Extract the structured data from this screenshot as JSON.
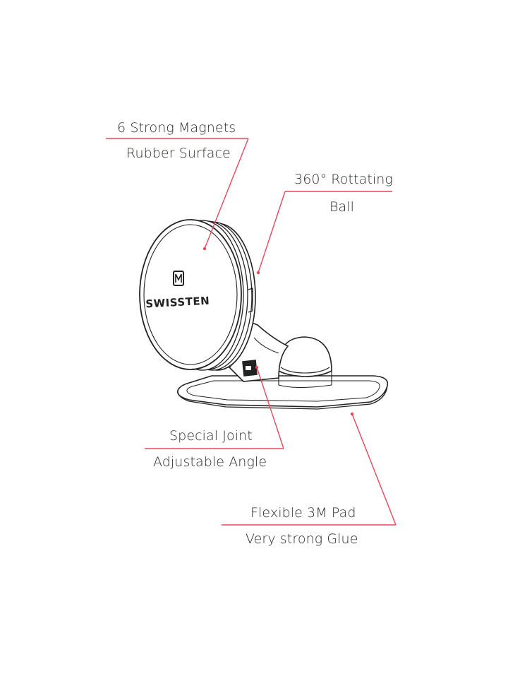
{
  "callouts": {
    "magnets": {
      "line1": "6 Strong Magnets",
      "line2": "Rubber Surface"
    },
    "ball": {
      "line1": "360° Rottating",
      "line2": "Ball"
    },
    "joint": {
      "line1": "Special Joint",
      "line2": "Adjustable Angle"
    },
    "pad": {
      "line1": "Flexible 3M Pad",
      "line2": "Very strong Glue"
    }
  },
  "product": {
    "brand_logo_text": "SWISSTEN",
    "brand_logo_icon": "swissten-logo-icon"
  },
  "colors": {
    "leader_line": "#e8475a",
    "outline": "#222222",
    "text": "#2b2b2b",
    "background": "#ffffff"
  }
}
